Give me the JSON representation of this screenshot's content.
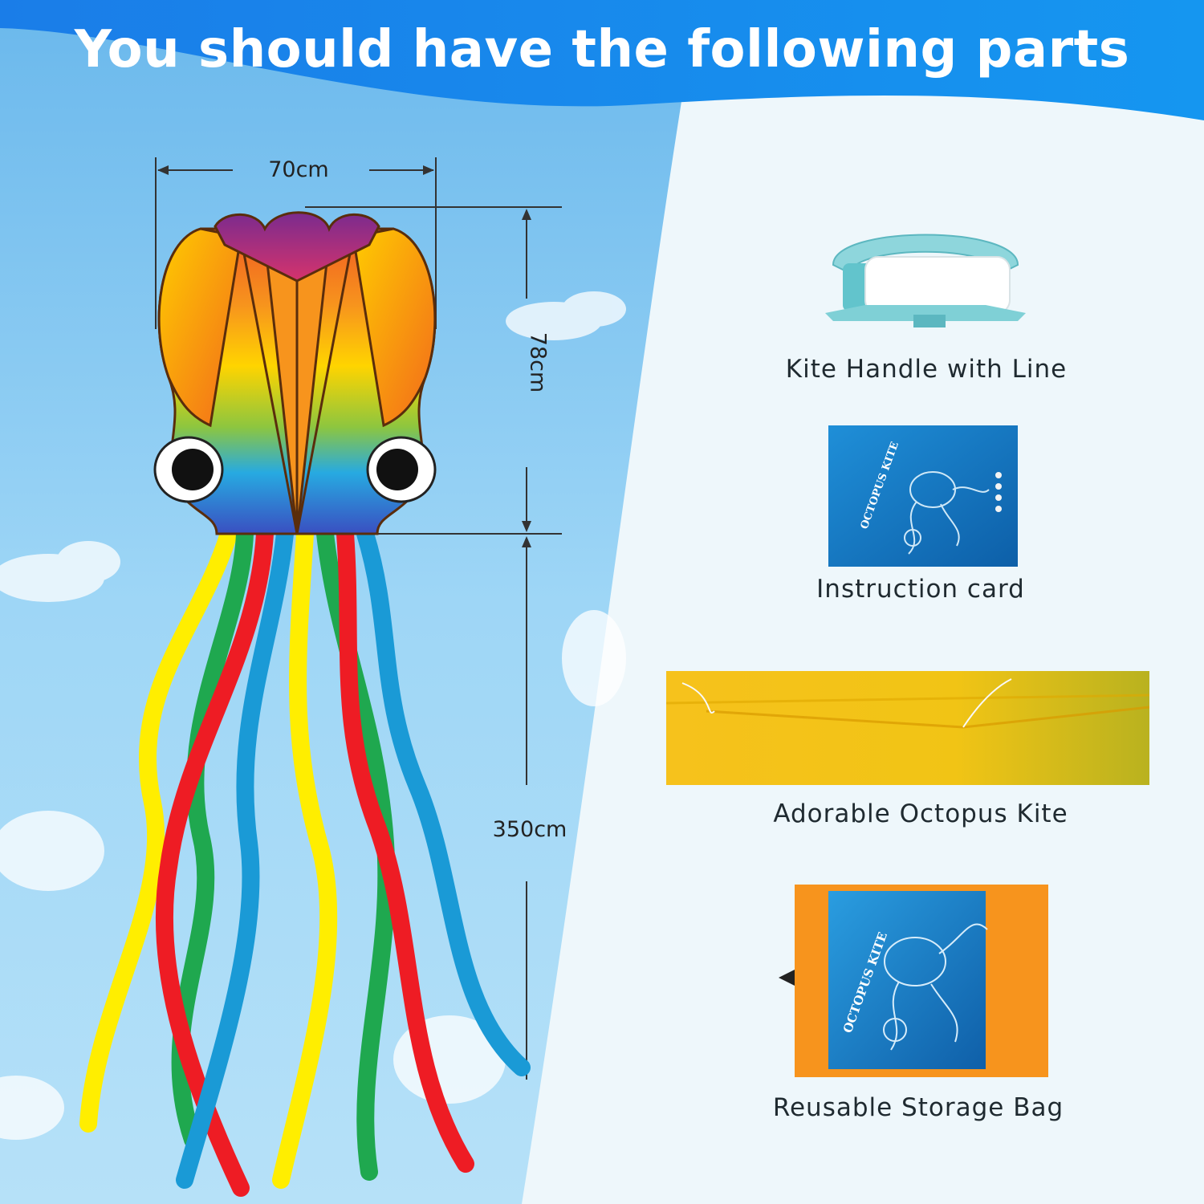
{
  "header": {
    "title": "You should have the following parts"
  },
  "dimensions": {
    "width": "70cm",
    "head_height": "78cm",
    "tail_length": "350cm"
  },
  "parts": [
    {
      "label": "Kite Handle with Line",
      "icon": "kite-handle-icon"
    },
    {
      "label": "Instruction card",
      "icon": "instruction-card-icon",
      "card_text": "OCTOPUS KITE"
    },
    {
      "label": "Adorable Octopus Kite",
      "icon": "folded-kite-icon"
    },
    {
      "label": "Reusable Storage Bag",
      "icon": "storage-bag-icon",
      "bag_text": "OCTOPUS KITE"
    }
  ],
  "colors": {
    "header_blue": "#1a7de8",
    "sky_blue": "#8fd0f4",
    "panel_bg": "#eef7fb",
    "tail_colors": [
      "#ffee00",
      "#ee1c24",
      "#1fa84f",
      "#1a9ad6"
    ]
  }
}
